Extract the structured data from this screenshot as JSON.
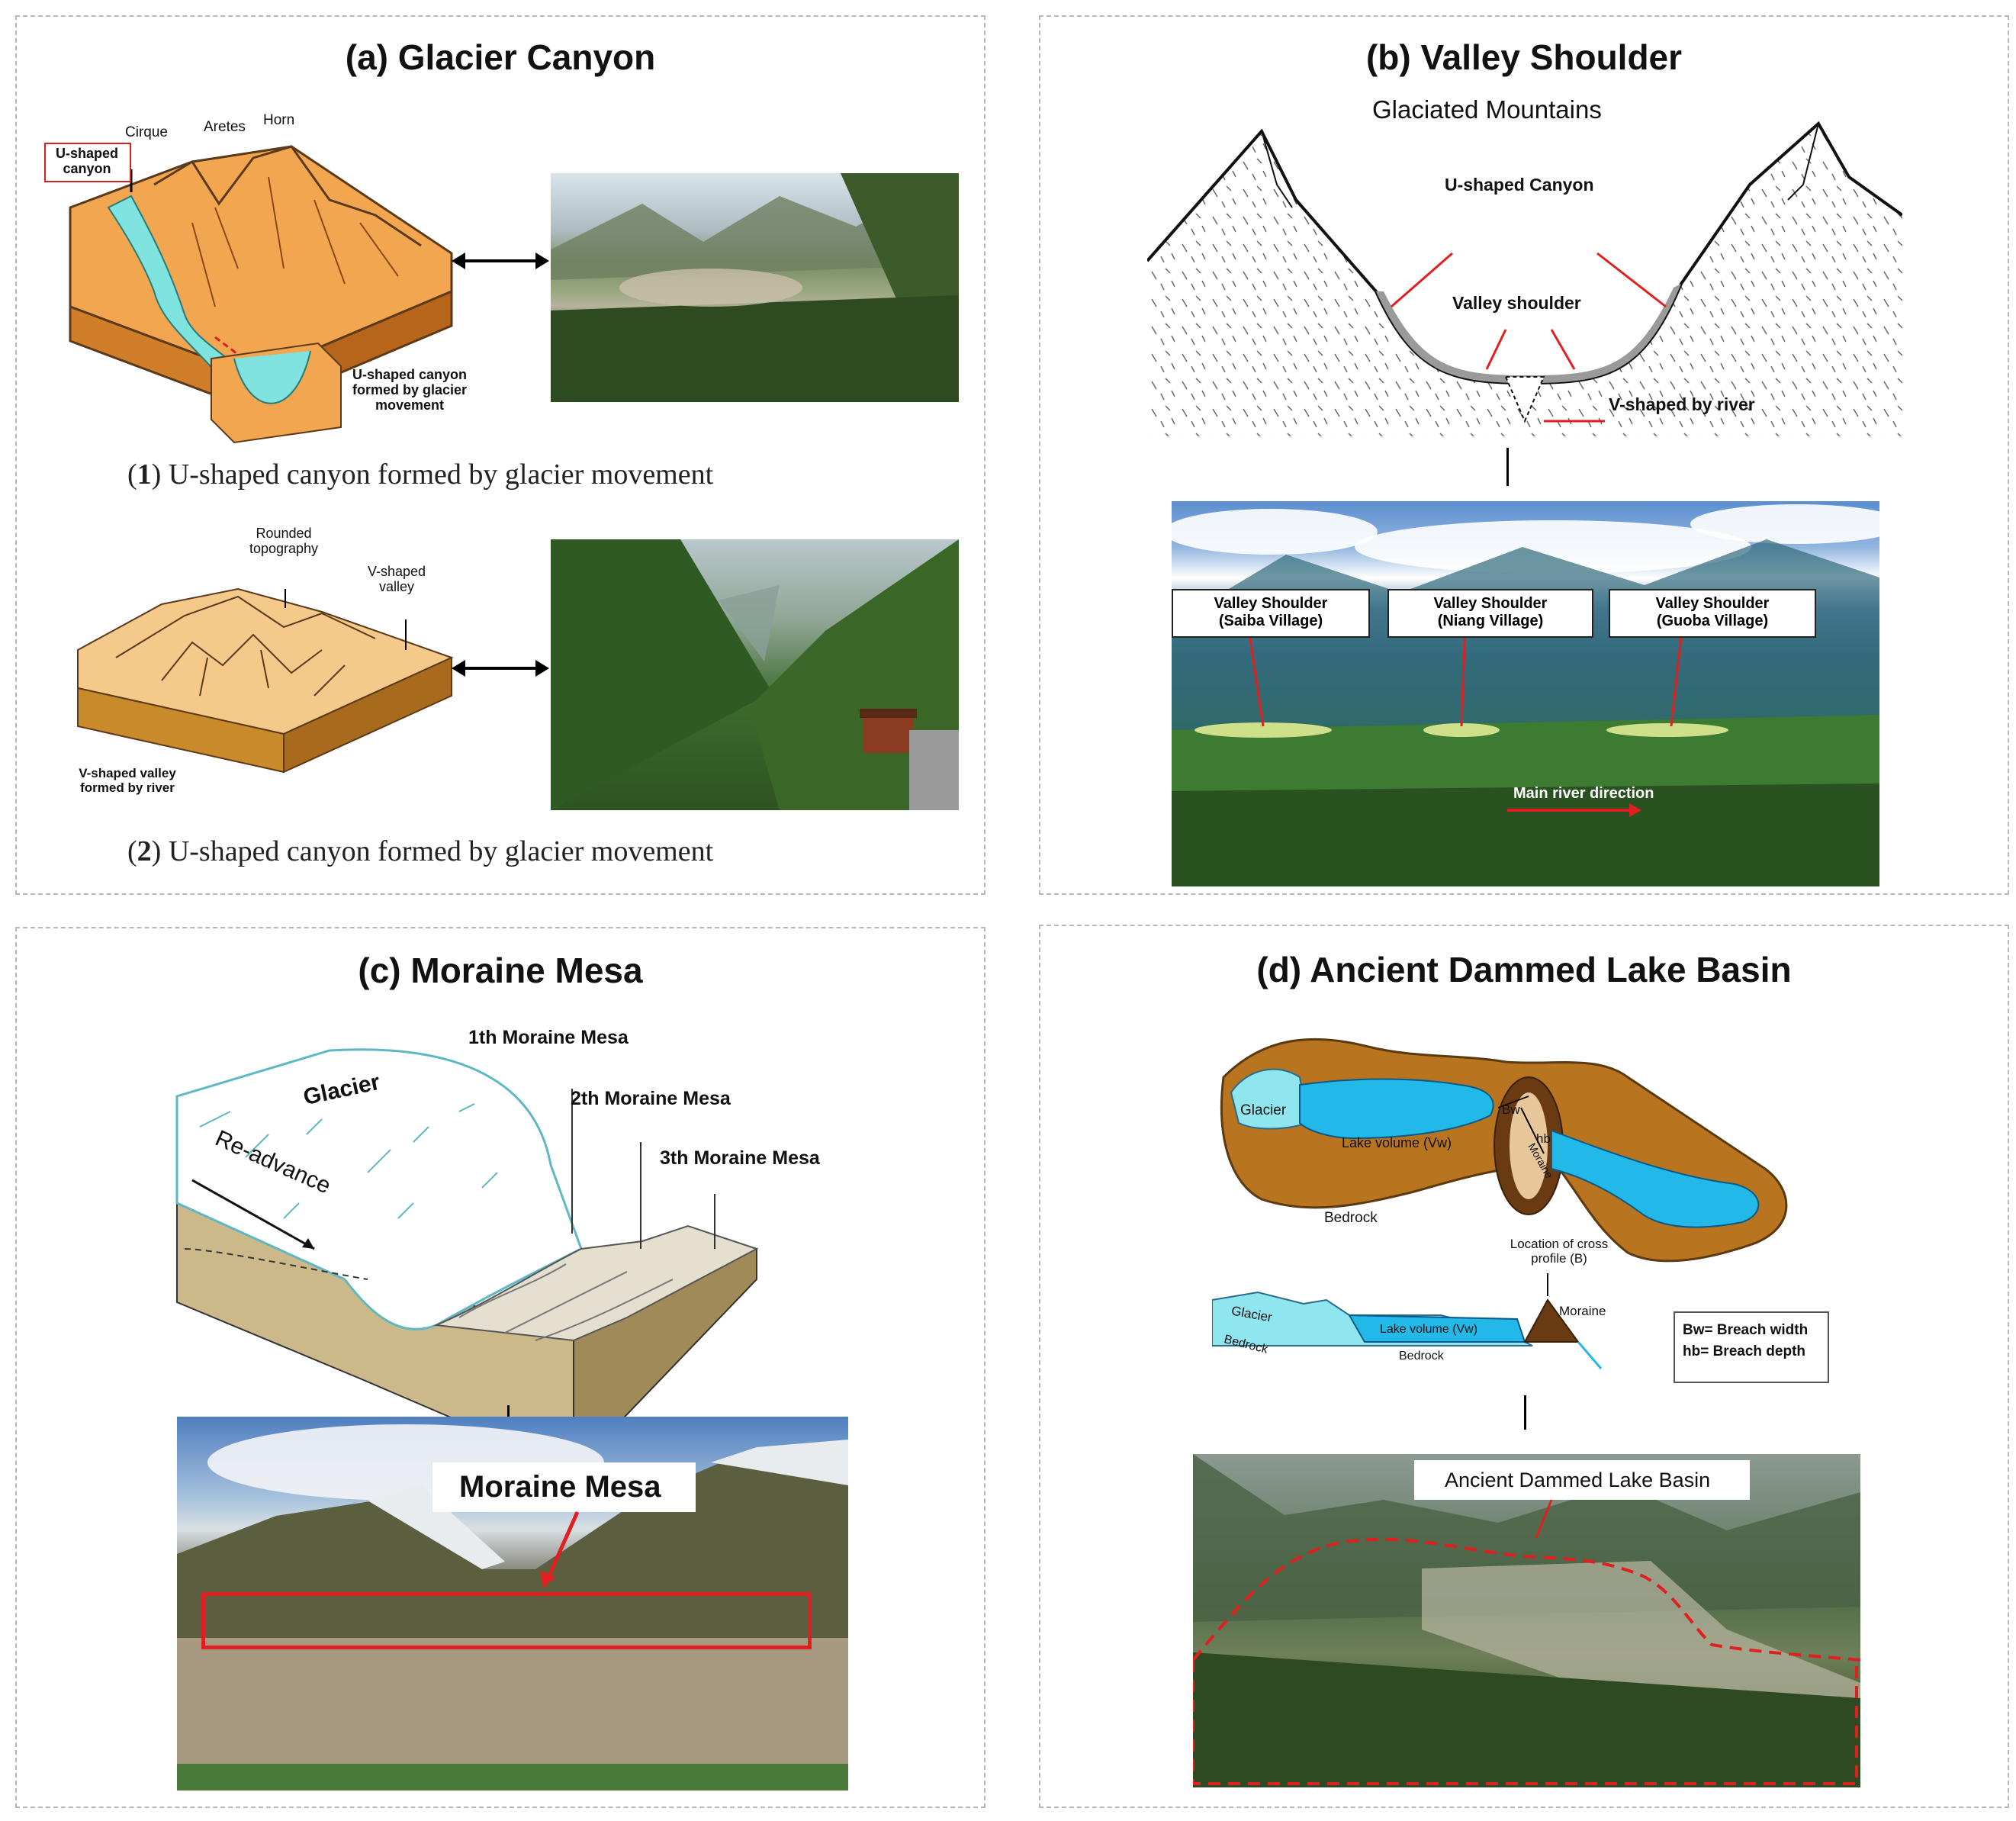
{
  "panel_a": {
    "title": "(a) Glacier Canyon",
    "diagram1": {
      "u_shaped_canyon": "U-shaped canyon",
      "cirque": "Cirque",
      "aretes": "Aretes",
      "horn": "Horn",
      "inset_note": "U-shaped canyon formed by glacier movement"
    },
    "caption1_num": "1",
    "caption1_text": "U-shaped canyon formed by glacier movement",
    "diagram2": {
      "rounded": "Rounded topography",
      "v_valley": "V-shaped valley",
      "v_valley_river": "V-shaped valley formed by river"
    },
    "caption2_num": "2",
    "caption2_text": "U-shaped canyon formed by glacier movement"
  },
  "panel_b": {
    "title": "(b) Valley Shoulder",
    "sketch_title": "Glaciated Mountains",
    "u_canyon": "U-shaped Canyon",
    "valley_shoulder": "Valley shoulder",
    "v_river": "V-shaped by river",
    "boxes": [
      {
        "line1": "Valley Shoulder",
        "line2": "(Saiba Village)"
      },
      {
        "line1": "Valley Shoulder",
        "line2": "(Niang Village)"
      },
      {
        "line1": "Valley Shoulder",
        "line2": "(Guoba Village)"
      }
    ],
    "river_direction": "Main river direction"
  },
  "panel_c": {
    "title": "(c) Moraine Mesa",
    "glacier": "Glacier",
    "readvance": "Re-advance",
    "mesa1": "1th Moraine Mesa",
    "mesa2": "2th Moraine Mesa",
    "mesa3": "3th Moraine Mesa",
    "photo_label": "Moraine Mesa"
  },
  "panel_d": {
    "title": "(d) Ancient Dammed Lake Basin",
    "glacier": "Glacier",
    "lake_volume": "Lake volume (Vw)",
    "moraine": "Moraine",
    "bedrock": "Bedrock",
    "bw": "Bw",
    "hb": "hb",
    "location": "Location of cross profile (B)",
    "legend_bw": "Bw= Breach width",
    "legend_hb": "hb= Breach depth",
    "photo_label": "Ancient Dammed Lake Basin"
  },
  "colors": {
    "ice": "#7fe3e0",
    "orange": "#f0a24a",
    "lake": "#22b8e8",
    "bedrock": "#b8741e",
    "red": "#e02020",
    "forest": "#3d6b2e"
  }
}
